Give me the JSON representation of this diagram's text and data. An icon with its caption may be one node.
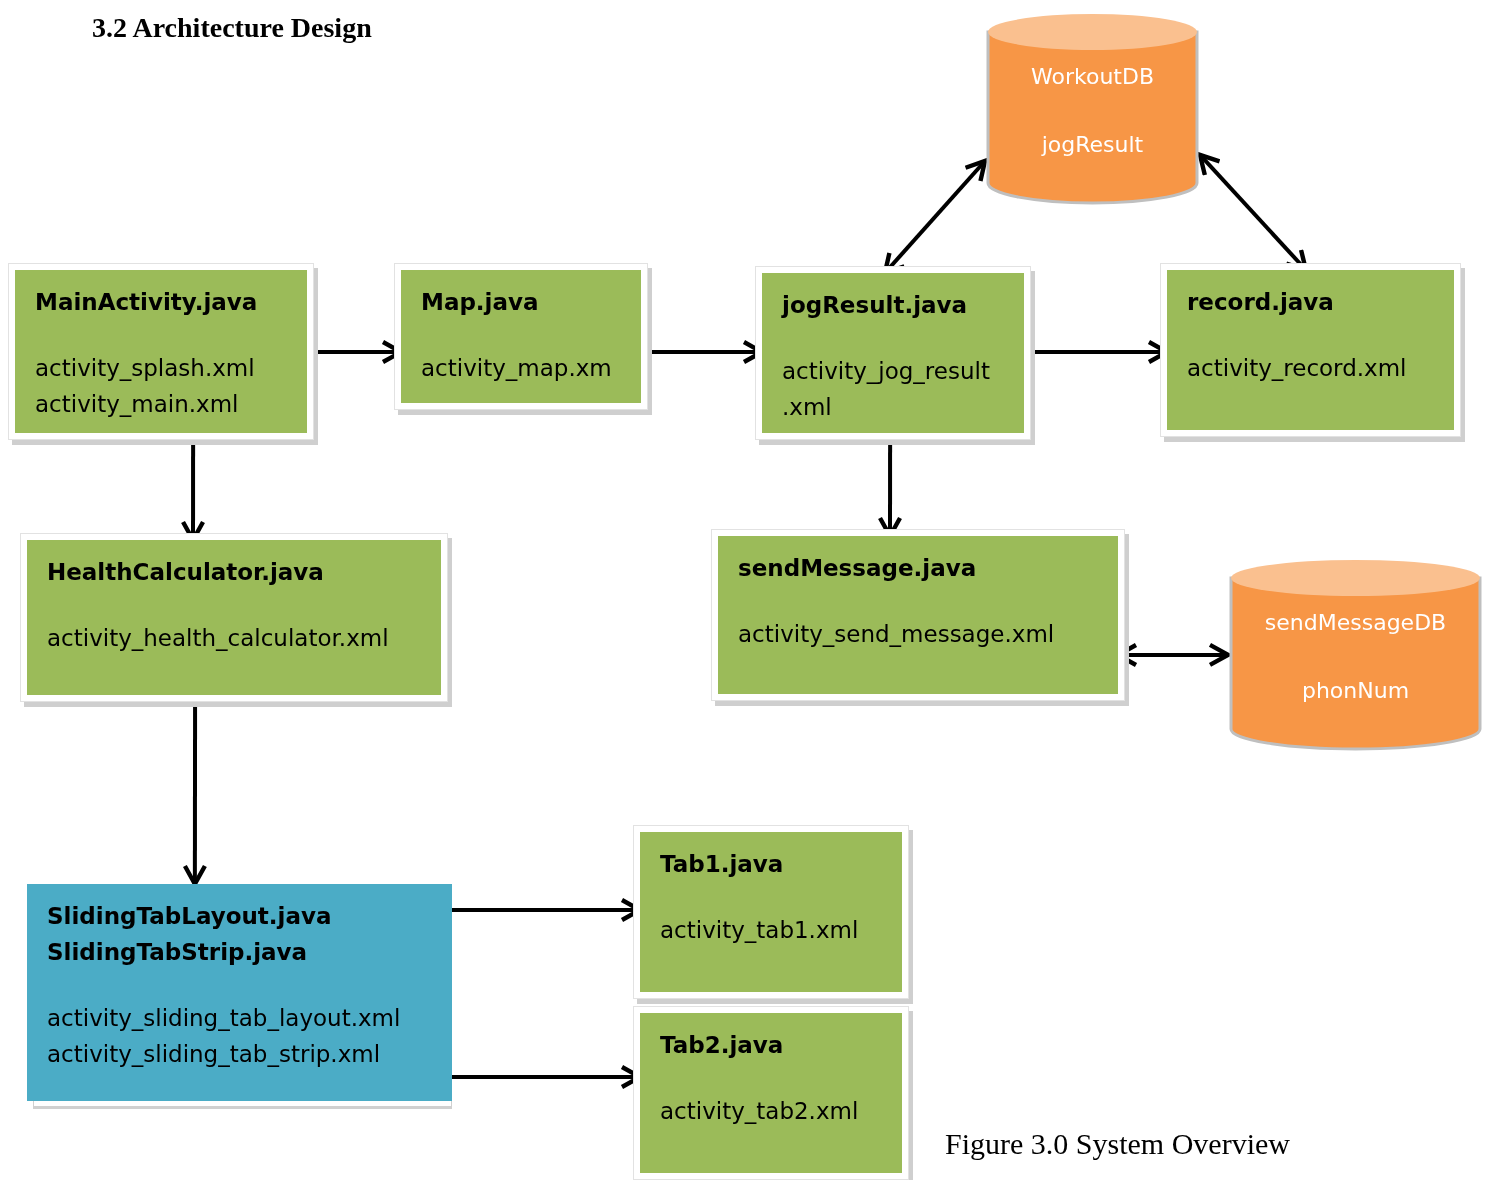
{
  "diagram": {
    "title": "3.2 Architecture Design",
    "caption": "Figure 3.0 System Overview",
    "nodes": [
      {
        "text": [
          "MainActivity.java",
          "activity_splash.xml",
          "activity_main.xml"
        ]
      },
      {
        "text": [
          "Map.java",
          "activity_map.xm"
        ]
      },
      {
        "text": [
          "jogResult.java",
          "activity_jog_result .xml"
        ]
      },
      {
        "text": [
          "record.java",
          "activity_record.xml"
        ]
      },
      {
        "text": [
          "WorkoutDB",
          "jogResult"
        ]
      },
      {
        "text": [
          "HealthCalculator.java",
          "activity_health_calculator.xml"
        ]
      },
      {
        "text": [
          "sendMessage.java",
          "activity_send_message.xml"
        ]
      },
      {
        "text": [
          "sendMessageDB",
          "phonNum"
        ]
      },
      {
        "text": [
          "SlidingTabLayout.java",
          "SlidingTabStrip.java",
          "activity_sliding_tab_layout.xml",
          "activity_sliding_tab_strip.xml"
        ]
      },
      {
        "text": [
          "Tab1.java",
          "activity_tab1.xml"
        ]
      },
      {
        "text": [
          "Tab2.java",
          "activity_tab2.xml"
        ]
      }
    ],
    "edges": [
      {
        "from": 0,
        "to": 1,
        "arrow": "to"
      },
      {
        "from": 1,
        "to": 2,
        "arrow": "to"
      },
      {
        "from": 2,
        "to": 3,
        "arrow": "to"
      },
      {
        "from": 0,
        "to": 5,
        "arrow": "to"
      },
      {
        "from": 2,
        "to": 6,
        "arrow": "to"
      },
      {
        "from": 5,
        "to": 8,
        "arrow": "to"
      },
      {
        "from": 8,
        "to": 9,
        "arrow": "to"
      },
      {
        "from": 8,
        "to": 10,
        "arrow": "to"
      },
      {
        "from": 2,
        "to": 4,
        "arrow": "both"
      },
      {
        "from": 3,
        "to": 4,
        "arrow": "both"
      },
      {
        "from": 6,
        "to": 7,
        "arrow": "both"
      }
    ]
  }
}
